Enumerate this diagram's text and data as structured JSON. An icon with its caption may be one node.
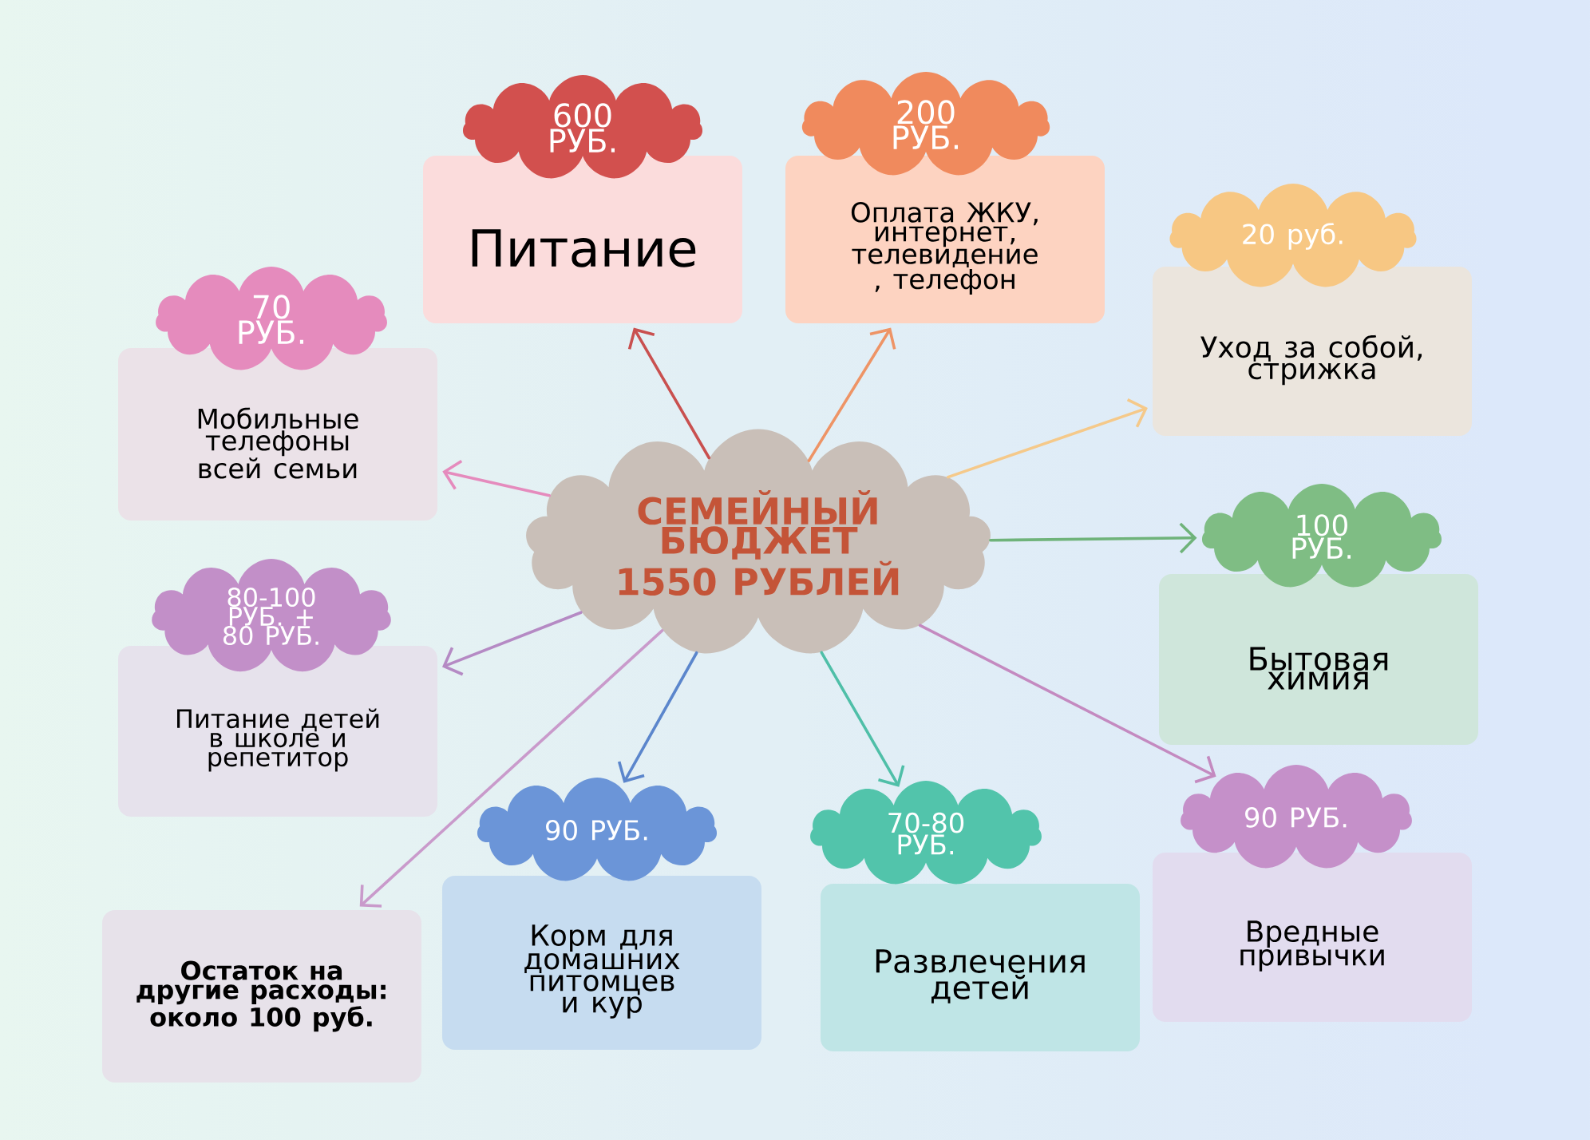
{
  "diagram": {
    "nodes": [
      {
        "text": [
          "СЕМЕЙНЫЙ БЮДЖЕТ 1550 РУБЛЕЙ"
        ]
      },
      {
        "text": [
          "600 РУБ."
        ]
      },
      {
        "text": [
          "Питание"
        ]
      },
      {
        "text": [
          "200 РУБ."
        ]
      },
      {
        "text": [
          "Оплата ЖКУ, интернет, телевидение , телефон"
        ]
      },
      {
        "text": [
          "70 РУБ."
        ]
      },
      {
        "text": [
          "Мобильные телефоны всей семьи"
        ]
      },
      {
        "text": [
          "20 руб."
        ]
      },
      {
        "text": [
          "Уход за собой, стрижка"
        ]
      },
      {
        "text": [
          "100 РУБ."
        ]
      },
      {
        "text": [
          "Бытовая химия"
        ]
      },
      {
        "text": [
          "80-100 РУБ. + 80 РУБ."
        ]
      },
      {
        "text": [
          "Питание детей в школе и репетитор"
        ]
      },
      {
        "text": [
          "90 РУБ."
        ]
      },
      {
        "text": [
          "Корм для домашних питомцев и кур"
        ]
      },
      {
        "text": [
          "70-80 РУБ."
        ]
      },
      {
        "text": [
          "Развлечения детей"
        ]
      },
      {
        "text": [
          "90 РУБ."
        ]
      },
      {
        "text": [
          "Вредные привычки"
        ]
      },
      {
        "text": [
          "Остаток на другие расходы: около 100 руб."
        ]
      }
    ],
    "edges": [
      {
        "from": 0,
        "to": 2,
        "arrow": "to",
        "color": "#c9504f"
      },
      {
        "from": 0,
        "to": 4,
        "arrow": "to",
        "color": "#ee9466"
      },
      {
        "from": 0,
        "to": 6,
        "arrow": "to",
        "color": "#e58bbd"
      },
      {
        "from": 0,
        "to": 8,
        "arrow": "to",
        "color": "#f5c98a"
      },
      {
        "from": 0,
        "to": 9,
        "arrow": "to",
        "color": "#6fb37a"
      },
      {
        "from": 0,
        "to": 12,
        "arrow": "to",
        "color": "#b58ac4"
      },
      {
        "from": 0,
        "to": 13,
        "arrow": "to",
        "color": "#5b86cc"
      },
      {
        "from": 0,
        "to": 15,
        "arrow": "to",
        "color": "#4fbfa8"
      },
      {
        "from": 0,
        "to": 17,
        "arrow": "to",
        "color": "#c48ac0"
      },
      {
        "from": 0,
        "to": 19,
        "arrow": "to",
        "color": "#c99acb"
      }
    ]
  }
}
